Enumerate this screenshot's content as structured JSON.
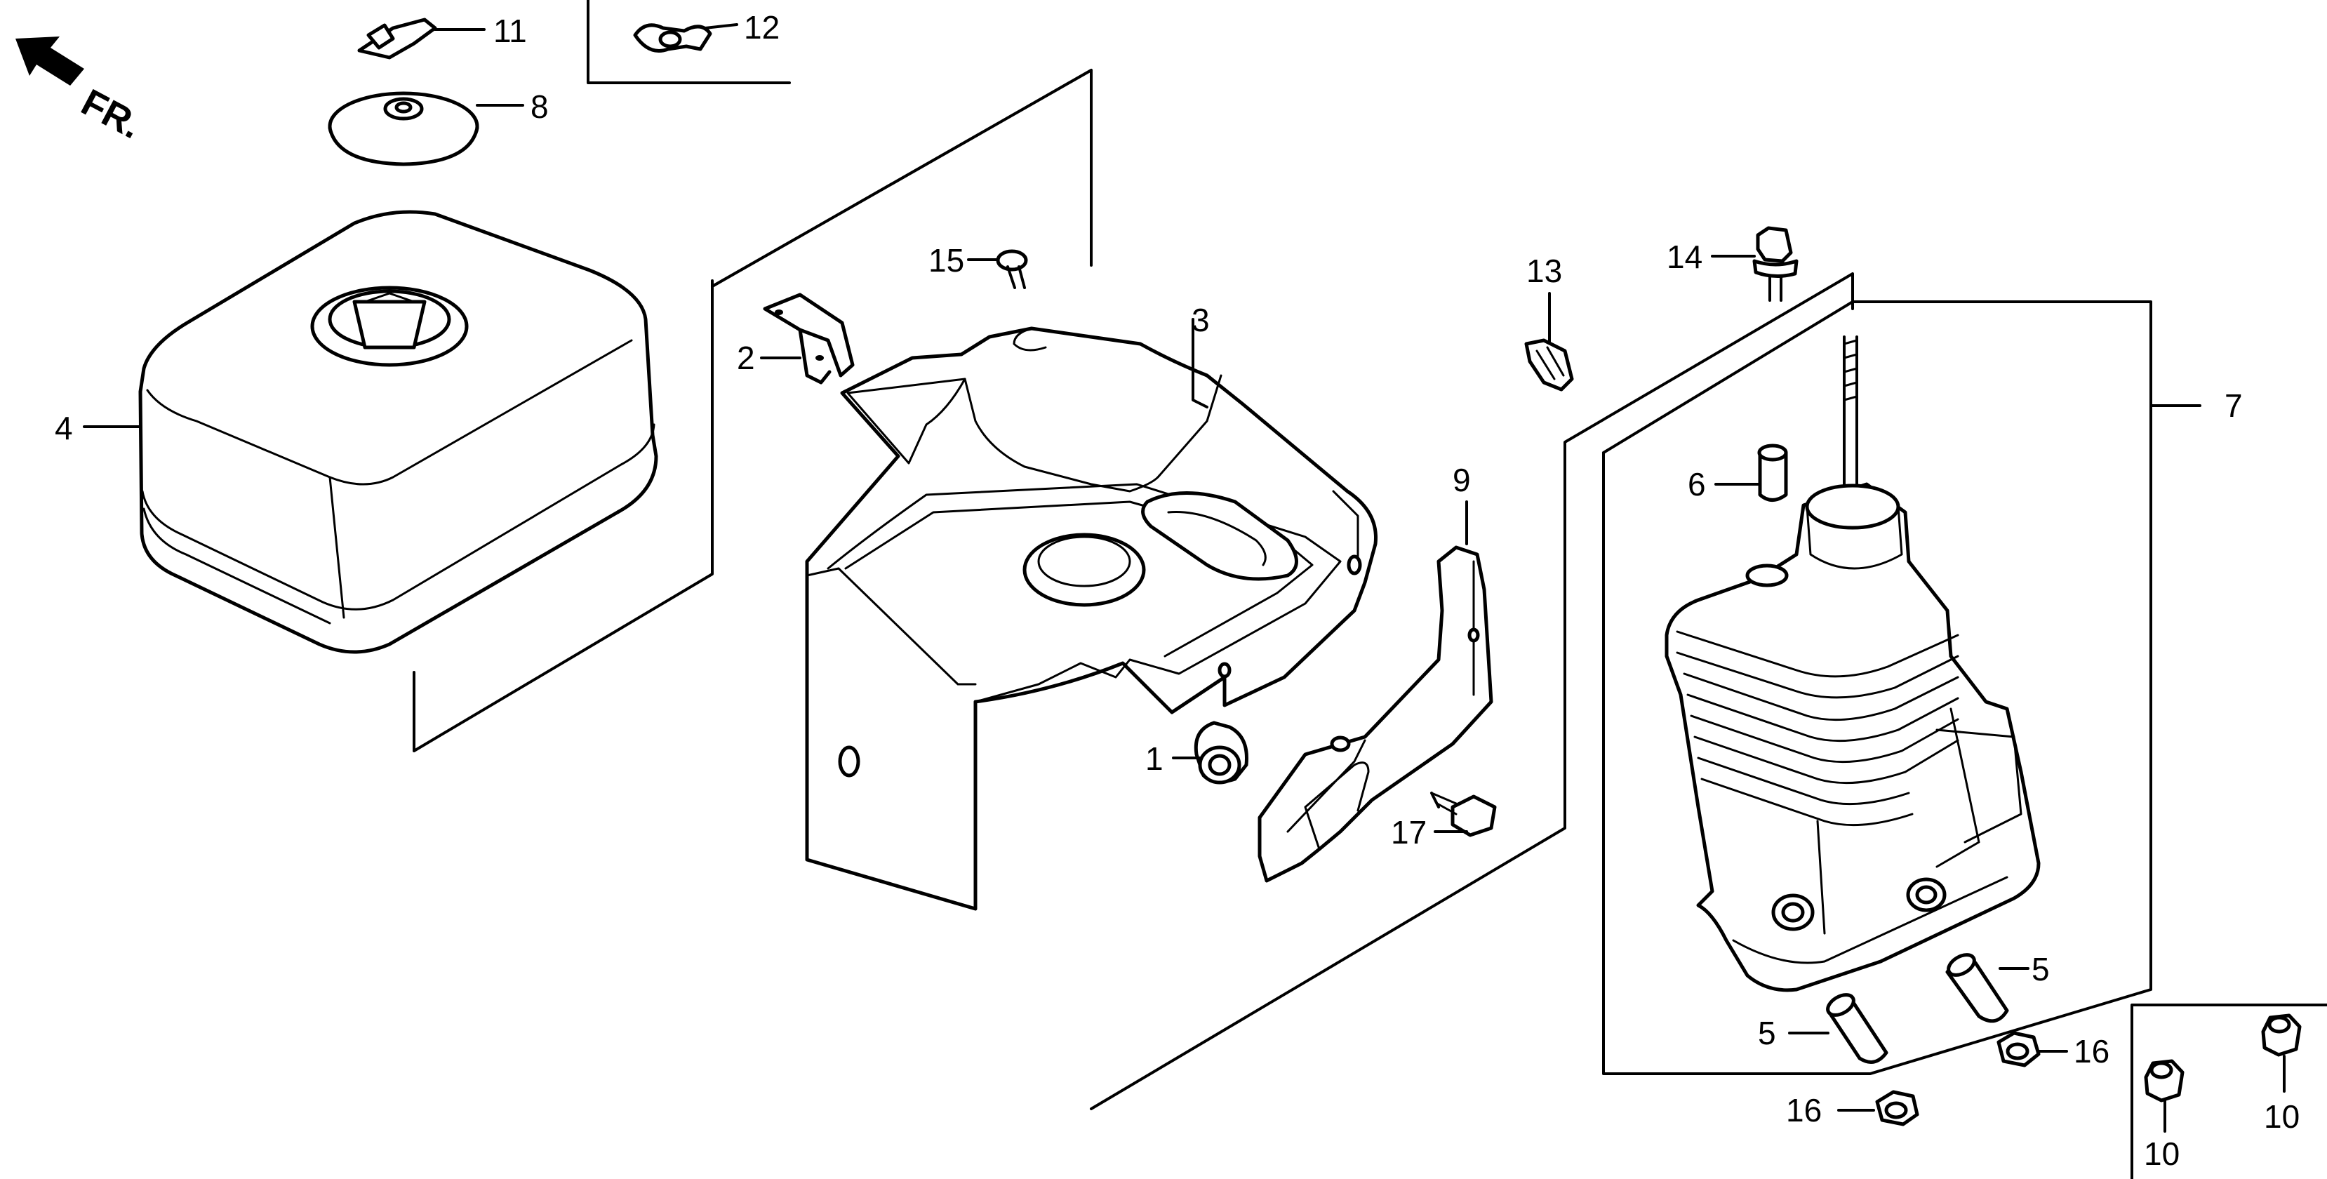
{
  "orientation_arrow": {
    "text": "FR."
  },
  "callouts": [
    {
      "id": "c1",
      "text": "1"
    },
    {
      "id": "c2",
      "text": "2"
    },
    {
      "id": "c3",
      "text": "3"
    },
    {
      "id": "c4",
      "text": "4"
    },
    {
      "id": "c5a",
      "text": "5"
    },
    {
      "id": "c5b",
      "text": "5"
    },
    {
      "id": "c6",
      "text": "6"
    },
    {
      "id": "c7",
      "text": "7"
    },
    {
      "id": "c8",
      "text": "8"
    },
    {
      "id": "c9",
      "text": "9"
    },
    {
      "id": "c10a",
      "text": "10"
    },
    {
      "id": "c10b",
      "text": "10"
    },
    {
      "id": "c11",
      "text": "11"
    },
    {
      "id": "c12",
      "text": "12"
    },
    {
      "id": "c13",
      "text": "13"
    },
    {
      "id": "c14",
      "text": "14"
    },
    {
      "id": "c15",
      "text": "15"
    },
    {
      "id": "c16a",
      "text": "16"
    },
    {
      "id": "c16b",
      "text": "16"
    },
    {
      "id": "c17",
      "text": "17"
    }
  ]
}
